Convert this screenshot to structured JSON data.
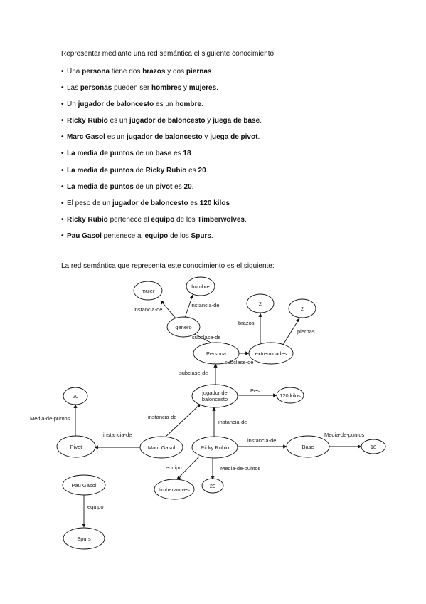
{
  "intro": "Representar mediante una red semántica el siguiente conocimiento:",
  "bullets": [
    [
      [
        "t",
        "Una "
      ],
      [
        "b",
        "persona"
      ],
      [
        "t",
        " tiene dos "
      ],
      [
        "b",
        "brazos"
      ],
      [
        "t",
        " y dos "
      ],
      [
        "b",
        "piernas"
      ],
      [
        "t",
        "."
      ]
    ],
    [
      [
        "t",
        "Las "
      ],
      [
        "b",
        "personas"
      ],
      [
        "t",
        " pueden ser "
      ],
      [
        "b",
        "hombres"
      ],
      [
        "t",
        " y "
      ],
      [
        "b",
        "mujeres"
      ],
      [
        "t",
        "."
      ]
    ],
    [
      [
        "t",
        "Un "
      ],
      [
        "b",
        "jugador de baloncesto"
      ],
      [
        "t",
        " es un "
      ],
      [
        "b",
        "hombre"
      ],
      [
        "t",
        "."
      ]
    ],
    [
      [
        "b",
        "Ricky Rubio"
      ],
      [
        "t",
        " es un "
      ],
      [
        "b",
        "jugador de baloncesto"
      ],
      [
        "t",
        " y "
      ],
      [
        "b",
        "juega de base"
      ],
      [
        "t",
        "."
      ]
    ],
    [
      [
        "b",
        "Marc Gasol"
      ],
      [
        "t",
        " es un "
      ],
      [
        "b",
        "jugador de baloncesto"
      ],
      [
        "t",
        " y "
      ],
      [
        "b",
        "juega de pivot"
      ],
      [
        "t",
        "."
      ]
    ],
    [
      [
        "b",
        "La media de puntos"
      ],
      [
        "t",
        " de un "
      ],
      [
        "b",
        "base"
      ],
      [
        "t",
        " es "
      ],
      [
        "b",
        "18"
      ],
      [
        "t",
        "."
      ]
    ],
    [
      [
        "b",
        "La media de puntos"
      ],
      [
        "t",
        " de "
      ],
      [
        "b",
        "Ricky Rubio"
      ],
      [
        "t",
        " es "
      ],
      [
        "b",
        "20"
      ],
      [
        "t",
        "."
      ]
    ],
    [
      [
        "b",
        "La media de puntos"
      ],
      [
        "t",
        " de un "
      ],
      [
        "b",
        "pivot"
      ],
      [
        "t",
        " es "
      ],
      [
        "b",
        "20"
      ],
      [
        "t",
        "."
      ]
    ],
    [
      [
        "t",
        "El peso de un "
      ],
      [
        "b",
        "jugador de baloncesto"
      ],
      [
        "t",
        " es "
      ],
      [
        "b",
        "120 kilos"
      ]
    ],
    [
      [
        "b",
        "Ricky Rubio"
      ],
      [
        "t",
        " pertenece al "
      ],
      [
        "b",
        "equipo"
      ],
      [
        "t",
        " de los "
      ],
      [
        "b",
        "Timberwolves"
      ],
      [
        "t",
        "."
      ]
    ],
    [
      [
        "b",
        "Pau Gasol"
      ],
      [
        "t",
        " pertenece al "
      ],
      [
        "b",
        "equipo"
      ],
      [
        "t",
        " de los "
      ],
      [
        "b",
        "Spurs"
      ],
      [
        "t",
        "."
      ]
    ]
  ],
  "caption": "La red semántica que representa este conocimiento es el siguiente:",
  "nodes": {
    "mujer": "mujer",
    "hombre": "hombre",
    "genero": "genero",
    "persona": "Persona",
    "extremidades": "extremidades",
    "dos_brazos": "2",
    "dos_piernas": "2",
    "jugador": "jugador de baloncesto",
    "veinte_pivot": "20",
    "pivot": "Pivot",
    "marc_gasol": "Marc Gasol",
    "ricky_rubio": "Ricky Rubio",
    "base": "Base",
    "dieciocho": "18",
    "ciento_veinte": "120 kilos",
    "timberwolves": "timberwolves",
    "veinte_ricky": "20",
    "pau_gasol": "Pau Gasol",
    "spurs": "Spurs"
  },
  "edges": {
    "instancia_mujer": "instancia-de",
    "instancia_hombre": "instancia-de",
    "subclase_genero": "subclase-de",
    "subclase_extremidades": "subclase-de",
    "brazos": "brazos",
    "piernas": "piernas",
    "subclase_jugador": "subclase-de",
    "peso": "Peso",
    "instancia_marc": "instancia-de",
    "instancia_ricky": "instancia-de",
    "media_pivot": "Media-de-puntos",
    "instancia_pivot": "instancia-de",
    "instancia_base": "instancia-de",
    "media_base": "Media-de-puntos",
    "equipo_ricky": "equipo",
    "media_ricky": "Media-de-puntos",
    "equipo_pau": "equipo"
  }
}
